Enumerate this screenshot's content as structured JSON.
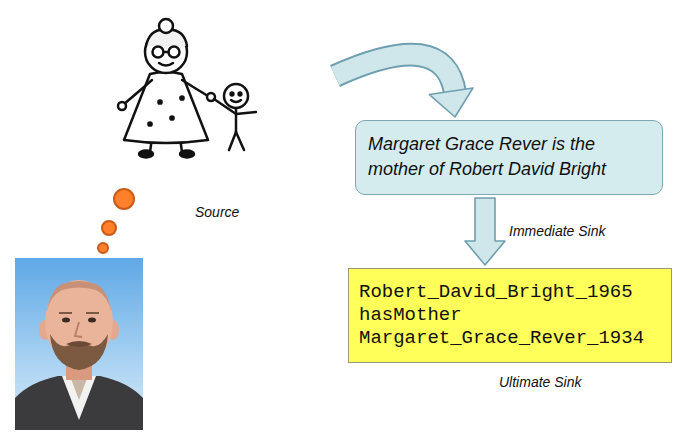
{
  "diagram": {
    "nodes": [
      {
        "text": [
          "Source"
        ]
      },
      {
        "text": [
          "Margaret Grace Rever is the mother of Robert David Bright"
        ]
      },
      {
        "text": [
          "Robert_David_Bright_1965 hasMother Margaret_Grace_Rever_1934",
          "Ultimate Sink"
        ]
      }
    ],
    "edges": [
      {
        "from": 0,
        "to": 1,
        "arrow": "to"
      },
      {
        "from": 1,
        "to": 2,
        "arrow": "to",
        "label": "Immediate Sink"
      }
    ]
  }
}
